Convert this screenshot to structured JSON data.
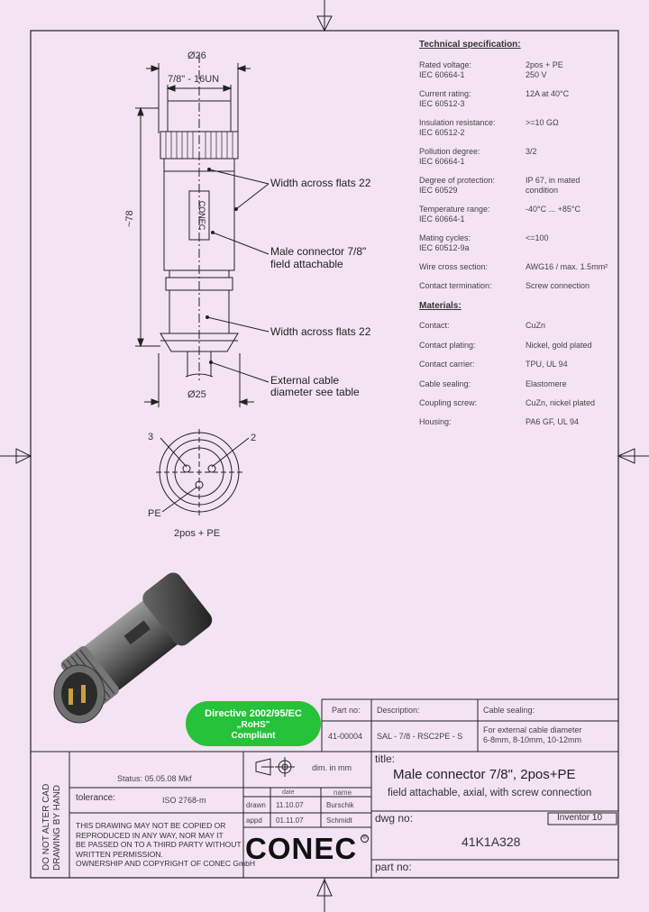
{
  "spec": {
    "heading": "Technical specification:",
    "rows": [
      {
        "label": "Rated voltage:",
        "std": "IEC 60664-1",
        "v1": "2pos + PE",
        "v2": "250 V"
      },
      {
        "label": "Current rating:",
        "std": "IEC 60512-3",
        "v1": "12A at 40°C",
        "v2": ""
      },
      {
        "label": "Insulation resistance:",
        "std": "IEC 60512-2",
        "v1": ">=10 GΩ",
        "v2": ""
      },
      {
        "label": "Pollution degree:",
        "std": "IEC 60664-1",
        "v1": "3/2",
        "v2": ""
      },
      {
        "label": "Degree of protection:",
        "std": "IEC 60529",
        "v1": "IP 67, in mated",
        "v2": "condition"
      },
      {
        "label": "Temperature range:",
        "std": "IEC 60664-1",
        "v1": "-40°C ... +85°C",
        "v2": ""
      },
      {
        "label": "Mating cycles:",
        "std": "IEC 60512-9a",
        "v1": "<=100",
        "v2": ""
      }
    ],
    "wire_label": "Wire cross section:",
    "wire_value": "AWG16 / max. 1.5mm²",
    "term_label": "Contact termination:",
    "term_value": "Screw connection"
  },
  "materials": {
    "heading": "Materials:",
    "rows": [
      {
        "label": "Contact:",
        "value": "CuZn"
      },
      {
        "label": "Contact plating:",
        "value": "Nickel, gold plated"
      },
      {
        "label": "Contact carrier:",
        "value": "TPU, UL 94"
      },
      {
        "label": "Cable sealing:",
        "value": "Elastomere"
      },
      {
        "label": "Coupling screw:",
        "value": "CuZn, nickel plated"
      },
      {
        "label": "Housing:",
        "value": "PA6 GF, UL 94"
      }
    ]
  },
  "drawing": {
    "dia_top": "Ø26",
    "thread": "7/8\" - 16UN",
    "length": "~78",
    "flats_1": "Width across flats 22",
    "male_1": "Male connector 7/8\"",
    "male_2": "field attachable",
    "flats_2": "Width across flats 22",
    "cable_1": "External cable",
    "cable_2": "diameter see table",
    "dia_bottom": "Ø25",
    "body_text": "CONEC",
    "pin_3": "3",
    "pin_2": "2",
    "pin_pe": "PE",
    "pin_caption": "2pos + PE"
  },
  "badge": {
    "line1": "Directive 2002/95/EC",
    "line2": "„RoHS\"",
    "line3": "Compliant"
  },
  "parts": {
    "h_part": "Part no:",
    "h_desc": "Description:",
    "h_seal": "Cable sealing:",
    "part_no": "41-00004",
    "desc": "SAL - 7/8 - RSC2PE - S",
    "seal_1": "For external cable diameter",
    "seal_2": "6-8mm, 8-10mm, 10-12mm"
  },
  "titleblock": {
    "side_1": "DO NOT ALTER CAD",
    "side_2": "DRAWING BY HAND",
    "status": "Status: 05.05.08 Mkf",
    "tol_label": "tolerance:",
    "tol_value": "ISO 2768-m",
    "dim": "dim. in mm",
    "date_h": "date",
    "name_h": "name",
    "drawn_label": "drawn",
    "drawn_date": "11.10.07",
    "drawn_name": "Burschik",
    "appd_label": "appd",
    "appd_date": "01.11.07",
    "appd_name": "Schmidt",
    "notice": [
      "THIS DRAWING MAY NOT BE COPIED OR",
      "REPRODUCED IN ANY WAY, NOR MAY IT",
      "BE PASSED ON TO A THIRD PARTY WITHOUT",
      "WRITTEN PERMISSION.",
      "OWNERSHIP AND COPYRIGHT OF CONEC GmbH"
    ],
    "logo": "CONEC",
    "title_label": "title:",
    "title_main": "Male connector 7/8\", 2pos+PE",
    "title_sub": "field attachable, axial, with screw connection",
    "dwg_label": "dwg no:",
    "software": "Inventor 10",
    "dwg_no": "41K1A328",
    "part_label": "part no:"
  }
}
